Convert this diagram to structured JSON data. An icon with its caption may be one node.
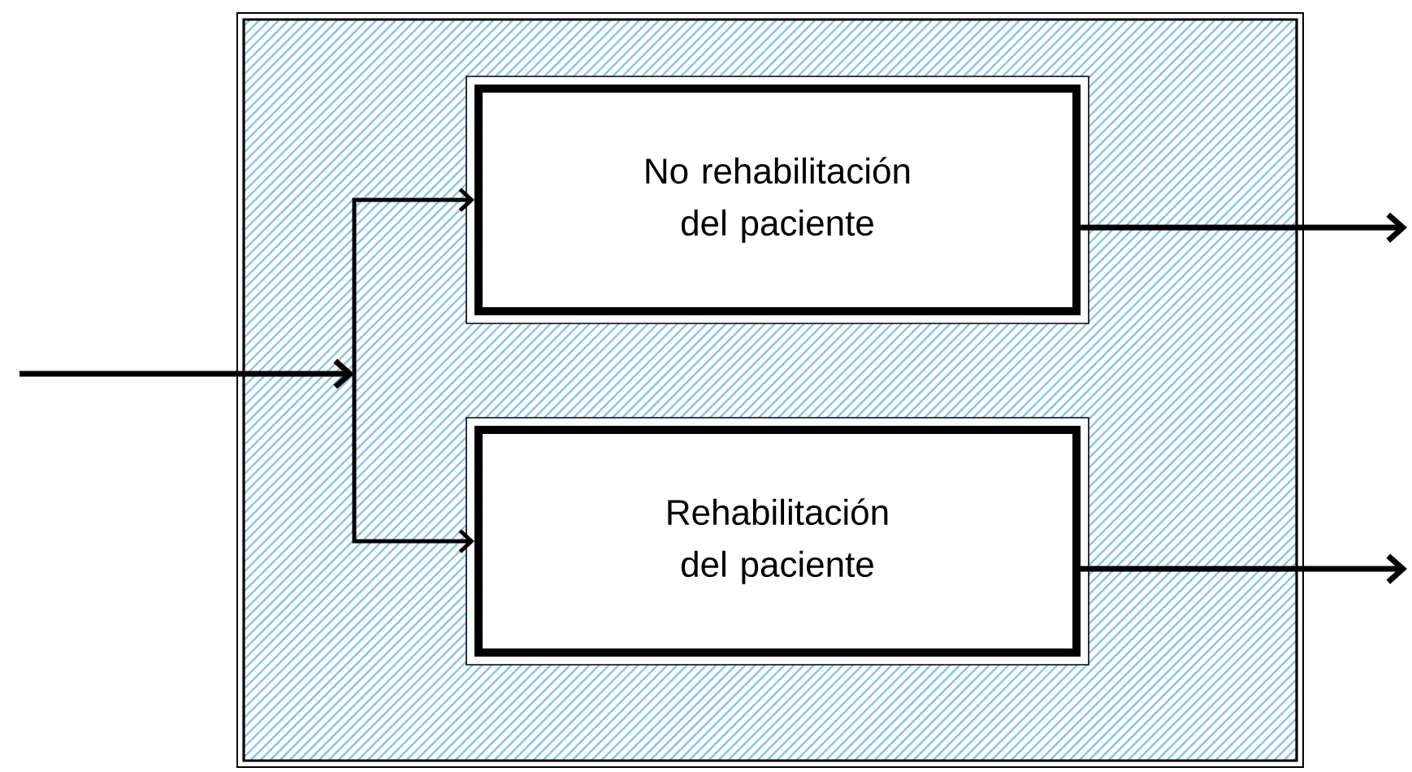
{
  "diagram": {
    "nodes": [
      {
        "text": [],
        "shape": "box"
      },
      {
        "text": [
          "No rehabilitación del paciente"
        ],
        "in": 0
      },
      {
        "text": [
          "Rehabilitación del paciente"
        ],
        "in": 0
      }
    ],
    "edges": [
      {
        "from": null,
        "to": 1,
        "arrow": "to"
      },
      {
        "from": null,
        "to": 2,
        "arrow": "to"
      },
      {
        "from": 1,
        "to": null,
        "arrow": "to"
      },
      {
        "from": 2,
        "to": null,
        "arrow": "to"
      }
    ]
  }
}
